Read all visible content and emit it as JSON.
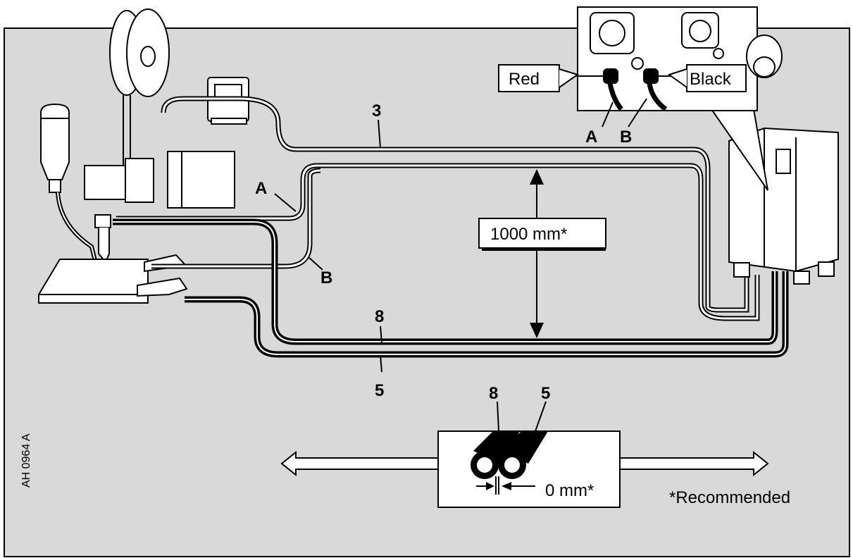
{
  "diagram": {
    "labels": {
      "red": "Red",
      "black": "Black",
      "a_top": "A",
      "b_top": "B",
      "a_cable": "A",
      "b_cable": "B",
      "cable_3": "3",
      "cable_8": "8",
      "cable_5": "5",
      "inset_8": "8",
      "inset_5": "5",
      "distance": "1000  mm*",
      "gap": "0  mm*",
      "recommended": "*Recommended",
      "doc_id": "AH 0964 A"
    },
    "colors": {
      "background": "#d9d9d9",
      "line": "#000000",
      "fill": "#ffffff"
    }
  }
}
